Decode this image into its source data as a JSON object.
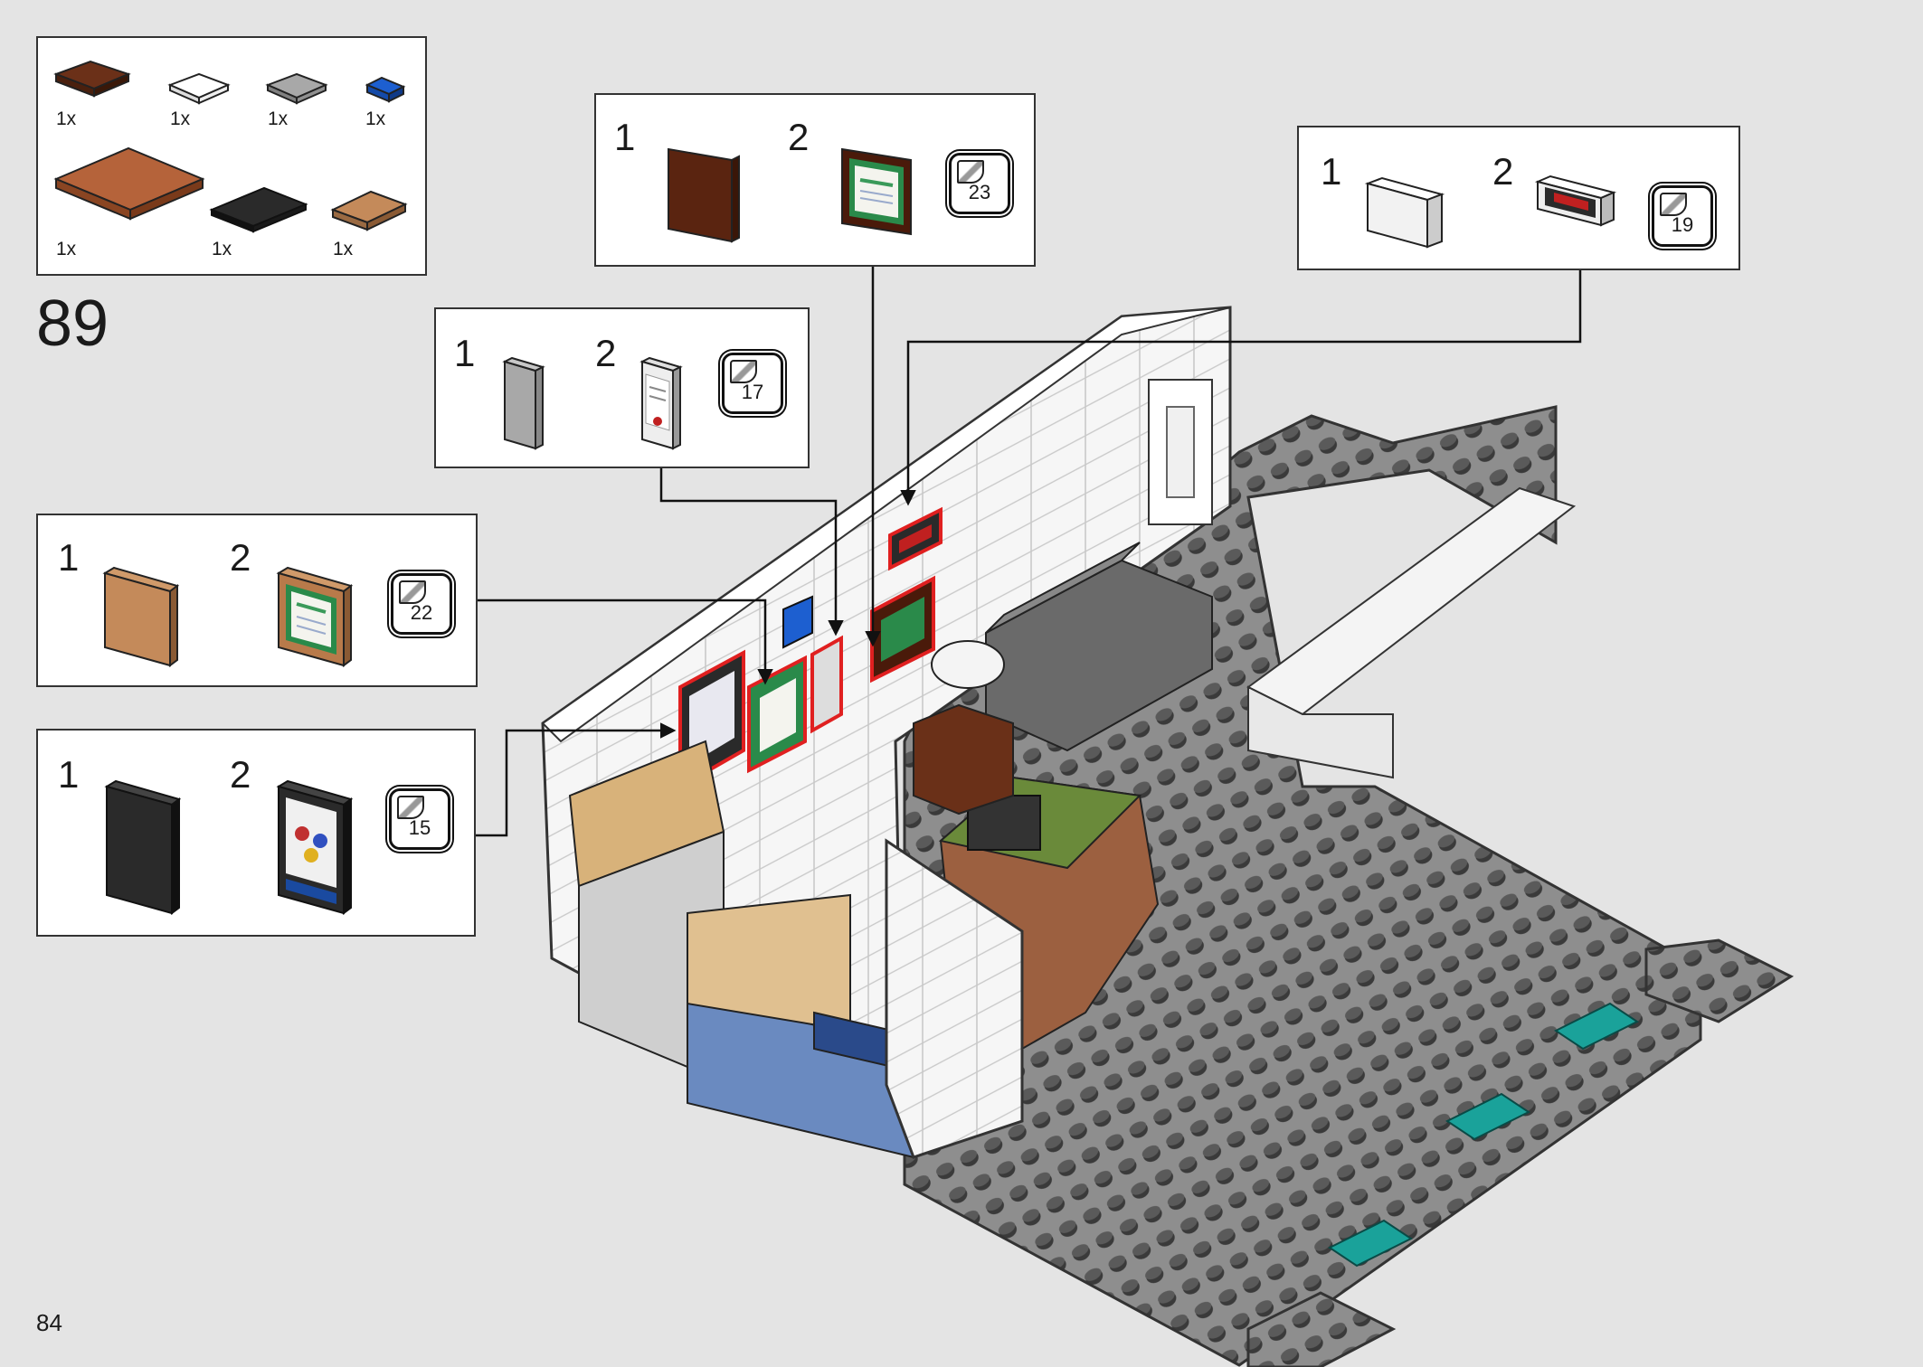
{
  "page": {
    "step": "89",
    "page_number": "84"
  },
  "parts_list": {
    "items": [
      {
        "qty": "1x",
        "color": "#6b3018",
        "name": "reddish-brown-tile"
      },
      {
        "qty": "1x",
        "color": "#ffffff",
        "name": "white-tile"
      },
      {
        "qty": "1x",
        "color": "#a0a0a0",
        "name": "grey-tile"
      },
      {
        "qty": "1x",
        "color": "#1d5fd0",
        "name": "blue-tile"
      },
      {
        "qty": "1x",
        "color": "#b5633a",
        "name": "brown-plate"
      },
      {
        "qty": "1x",
        "color": "#2a2a2a",
        "name": "black-tile"
      },
      {
        "qty": "1x",
        "color": "#c48a5a",
        "name": "tan-tile"
      }
    ]
  },
  "callouts": [
    {
      "id": "c23",
      "step1": "1",
      "step2": "2",
      "sticker": "23"
    },
    {
      "id": "c19",
      "step1": "1",
      "step2": "2",
      "sticker": "19"
    },
    {
      "id": "c17",
      "step1": "1",
      "step2": "2",
      "sticker": "17"
    },
    {
      "id": "c22",
      "step1": "1",
      "step2": "2",
      "sticker": "22"
    },
    {
      "id": "c15",
      "step1": "1",
      "step2": "2",
      "sticker": "15"
    }
  ],
  "colors": {
    "background": "#e4e4e4",
    "highlight": "#e02020",
    "baseplate": "#8c8c8c",
    "stud": "#3a3a3a",
    "teal": "#1aa29a"
  }
}
